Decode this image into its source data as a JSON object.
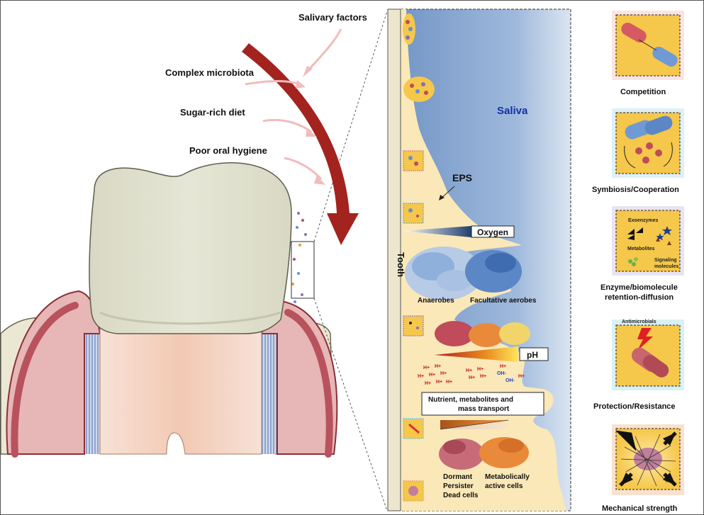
{
  "factors": {
    "salivary": "Salivary factors",
    "microbiota": "Complex microbiota",
    "sugar": "Sugar-rich diet",
    "hygiene": "Poor oral hygiene"
  },
  "biofilm": {
    "tooth": "Tooth",
    "saliva": "Saliva",
    "eps": "EPS",
    "oxygen": "Oxygen",
    "anaerobes": "Anaerobes",
    "facultative": "Facultative aerobes",
    "ph": "pH",
    "hplus": "H+",
    "ohminus": "OH-",
    "nutrient_line1": "Nutrient, metabolites and",
    "nutrient_line2": "mass transport",
    "dormant": "Dormant",
    "persister": "Persister",
    "dead": "Dead cells",
    "metab1": "Metabolically",
    "metab2": "active cells"
  },
  "panels": {
    "competition": "Competition",
    "symbiosis": "Symbiosis/Cooperation",
    "enzyme1": "Enzyme/biomolecule",
    "enzyme2": "retention-diffusion",
    "exoenzymes": "Exoenzymes",
    "metabolites": "Metabolites",
    "signaling1": "Signaling",
    "signaling2": "molecules",
    "protection": "Protection/Resistance",
    "antimicrobials": "Antimicrobials",
    "mechanical": "Mechanical strength"
  },
  "colors": {
    "biofilm_yellow": "#f5c74a",
    "saliva_blue": "#7e9fcb",
    "matrix_cream": "#fbe8b8",
    "gum_red": "#b8525c",
    "arrow_red": "#a3231f"
  }
}
